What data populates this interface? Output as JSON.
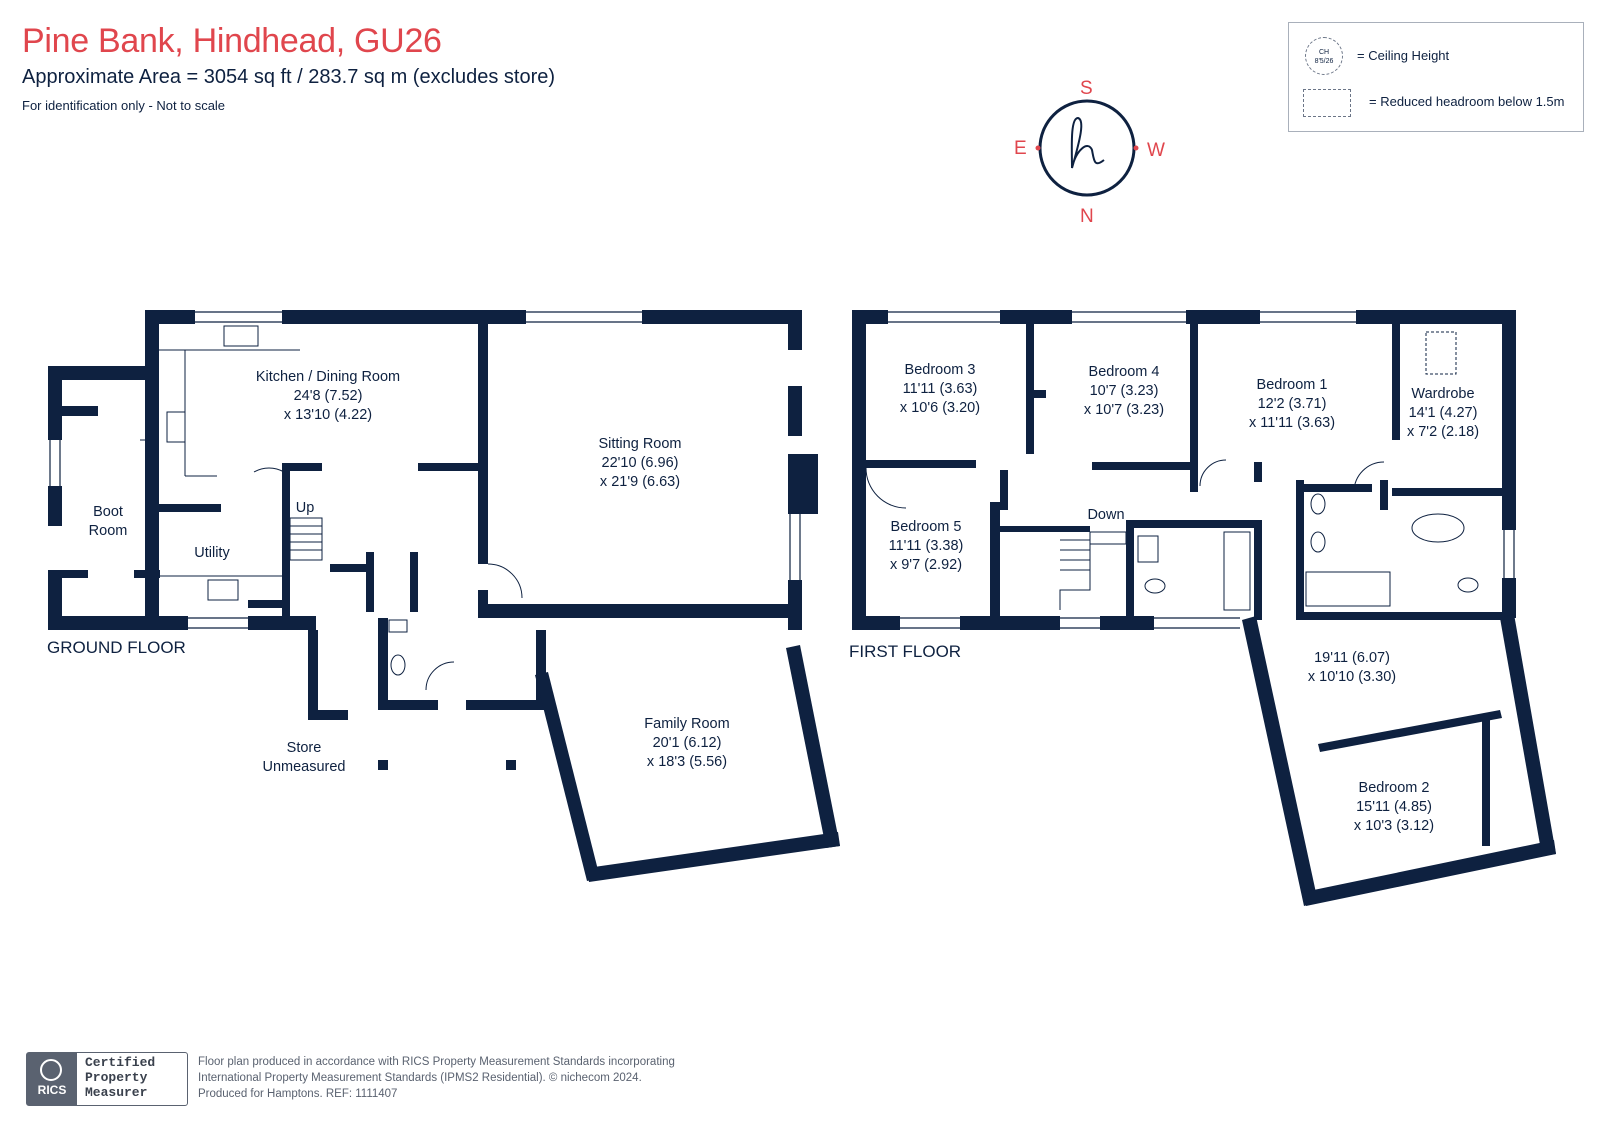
{
  "header": {
    "title": "Pine Bank, Hindhead, GU26",
    "area": "Approximate Area = 3054 sq ft / 283.7 sq m (excludes store)",
    "note": "For identification only - Not to scale"
  },
  "legend": {
    "circle_text": "CH\n8'5/26",
    "ceiling_label": "= Ceiling Height",
    "headroom_label": "= Reduced headroom below 1.5m"
  },
  "compass": {
    "top": "S",
    "left": "E",
    "right": "W",
    "bottom": "N",
    "logo": "h"
  },
  "colors": {
    "walls": "#0e2140",
    "title": "#e0464d",
    "text": "#0e2140"
  },
  "ground_floor": {
    "label": "GROUND FLOOR",
    "rooms": {
      "kitchen": [
        "Kitchen / Dining Room",
        "24'8 (7.52)",
        "x 13'10 (4.22)"
      ],
      "sitting": [
        "Sitting Room",
        "22'10 (6.96)",
        "x 21'9 (6.63)"
      ],
      "boot": [
        "Boot",
        "Room"
      ],
      "utility": [
        "Utility"
      ],
      "up": [
        "Up"
      ],
      "store": [
        "Store",
        "Unmeasured"
      ],
      "family": [
        "Family Room",
        "20'1 (6.12)",
        "x 18'3 (5.56)"
      ]
    }
  },
  "first_floor": {
    "label": "FIRST FLOOR",
    "rooms": {
      "bed3": [
        "Bedroom 3",
        "11'11 (3.63)",
        "x 10'6 (3.20)"
      ],
      "bed4": [
        "Bedroom 4",
        "10'7 (3.23)",
        "x 10'7 (3.23)"
      ],
      "bed1": [
        "Bedroom 1",
        "12'2 (3.71)",
        "x 11'11 (3.63)"
      ],
      "wardrobe": [
        "Wardrobe",
        "14'1 (4.27)",
        "x 7'2 (2.18)"
      ],
      "bed5": [
        "Bedroom 5",
        "11'11 (3.38)",
        "x 9'7 (2.92)"
      ],
      "down": [
        "Down"
      ],
      "landing": [
        "19'11 (6.07)",
        "x 10'10 (3.30)"
      ],
      "bed2": [
        "Bedroom 2",
        "15'11 (4.85)",
        "x 10'3 (3.12)"
      ]
    }
  },
  "footer": {
    "badge_rics": "RICS",
    "badge_cert": [
      "Certified",
      "Property",
      "Measurer"
    ],
    "lines": [
      "Floor plan produced in accordance with RICS Property Measurement Standards incorporating",
      "International Property Measurement Standards (IPMS2 Residential).  © nichecom 2024.",
      "Produced for Hamptons.   REF:   1111407"
    ]
  }
}
